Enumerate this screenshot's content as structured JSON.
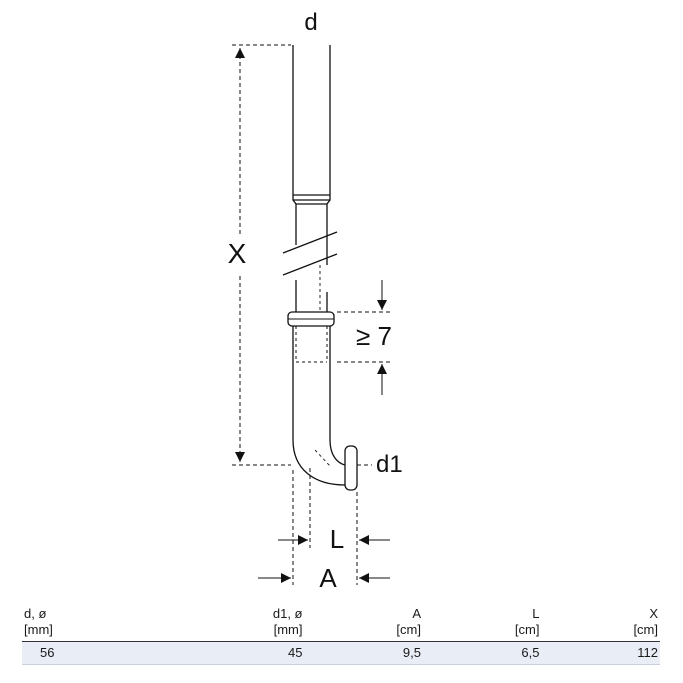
{
  "drawing": {
    "label_d": "d",
    "label_X": "X",
    "label_gte7": "≥ 7",
    "label_d1": "d1",
    "label_L": "L",
    "label_A": "A"
  },
  "table": {
    "headers": [
      {
        "name": "d, ø",
        "unit": "[mm]"
      },
      {
        "name": "d1, ø",
        "unit": "[mm]"
      },
      {
        "name": "A",
        "unit": "[cm]"
      },
      {
        "name": "L",
        "unit": "[cm]"
      },
      {
        "name": "X",
        "unit": "[cm]"
      }
    ],
    "rows": [
      [
        "56",
        "45",
        "9,5",
        "6,5",
        "112"
      ]
    ]
  }
}
